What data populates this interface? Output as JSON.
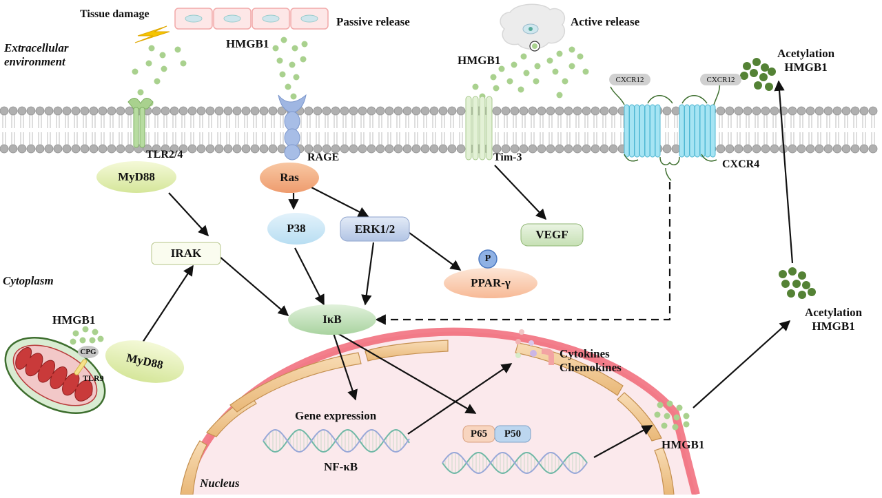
{
  "zones": {
    "extracellular": "Extracellular environment",
    "extracellular_line1": "Extracellular",
    "extracellular_line2": "environment",
    "cytoplasm": "Cytoplasm",
    "nucleus": "Nucleus"
  },
  "release": {
    "tissue_damage": "Tissue damage",
    "passive": "Passive release",
    "active": "Active release"
  },
  "hmgb1_labels": {
    "passive": "HMGB1",
    "active": "HMGB1",
    "mito": "HMGB1",
    "nuclear_out": "HMGB1"
  },
  "receptors": {
    "tlr": "TLR2/4",
    "rage": "RAGE",
    "tim3": "Tim-3",
    "cxcr4": "CXCR4",
    "cxcr12_left": "CXCR12",
    "cxcr12_right": "CXCR12",
    "tlr9": "TLR9",
    "cpg": "CPG"
  },
  "nodes": {
    "myd88_top": "MyD88",
    "myd88_bottom": "MyD88",
    "irak": "IRAK",
    "ras": "Ras",
    "p38": "P38",
    "erk": "ERK1/2",
    "p": "P",
    "ppar": "PPAR-γ",
    "vegf": "VEGF",
    "ikb": "IκB",
    "p65": "P65",
    "p50": "P50"
  },
  "nuclear_labels": {
    "gene_expression": "Gene expression",
    "nfkb": "NF-κB",
    "cytokines": "Cytokines",
    "chemokines": "Chemokines"
  },
  "acetylation": {
    "top_line1": "Acetylation",
    "top_line2": "HMGB1",
    "mid_line1": "Acetylation",
    "mid_line2": "HMGB1"
  },
  "colors": {
    "hmgb1_dot": "#a9d18e",
    "acetyl_dot": "#548235",
    "membrane_head": "#b0b0b0",
    "nucleus_fill": "#fbe9ec",
    "envelope": "#efc38c",
    "envelope_red": "#ee4d5f",
    "tlr": "#a9d18e",
    "rage": "#8fa9dc",
    "cxcr4": "#8fdcf0"
  }
}
